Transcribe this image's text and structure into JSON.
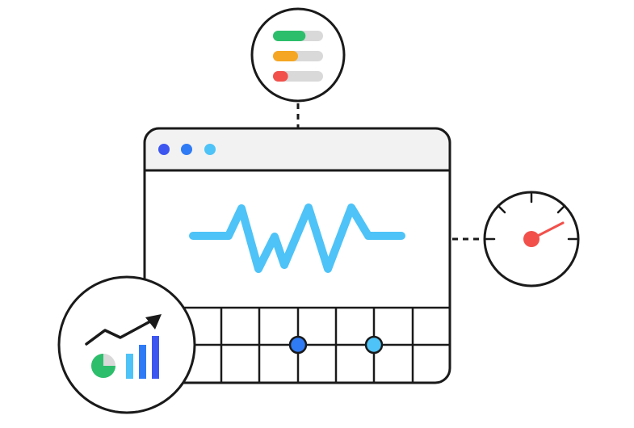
{
  "window": {
    "title_dots": [
      {
        "name": "dot-1",
        "color": "#3D56F0"
      },
      {
        "name": "dot-2",
        "color": "#2F7BF5"
      },
      {
        "name": "dot-3",
        "color": "#4EC3F7"
      }
    ],
    "titlebar_color": "#F2F2F2",
    "waveform_color": "#4EC3F7"
  },
  "grid_markers": [
    {
      "name": "grid-marker-1",
      "color": "#2F7BF5"
    },
    {
      "name": "grid-marker-2",
      "color": "#4EC3F7"
    }
  ],
  "status_bars": {
    "icon": "progress-bars-icon",
    "bars": [
      {
        "name": "status-bar-green",
        "color": "#2DBE6C",
        "fill": 0.65
      },
      {
        "name": "status-bar-orange",
        "color": "#F5A623",
        "fill": 0.5
      },
      {
        "name": "status-bar-red",
        "color": "#F2504B",
        "fill": 0.3
      }
    ]
  },
  "gauge": {
    "icon": "speedometer-icon",
    "needle_color": "#F2504B"
  },
  "analytics": {
    "icon": "analytics-icon",
    "pie_colors": [
      "#2DBE6C",
      "#D9D9D9"
    ],
    "bar_colors": [
      "#4EC3F7",
      "#2F7BF5",
      "#3D56F0"
    ],
    "trend_icon": "trend-up-arrow-icon"
  },
  "colors": {
    "stroke": "#1A1A1A",
    "track": "#D9D9D9"
  }
}
